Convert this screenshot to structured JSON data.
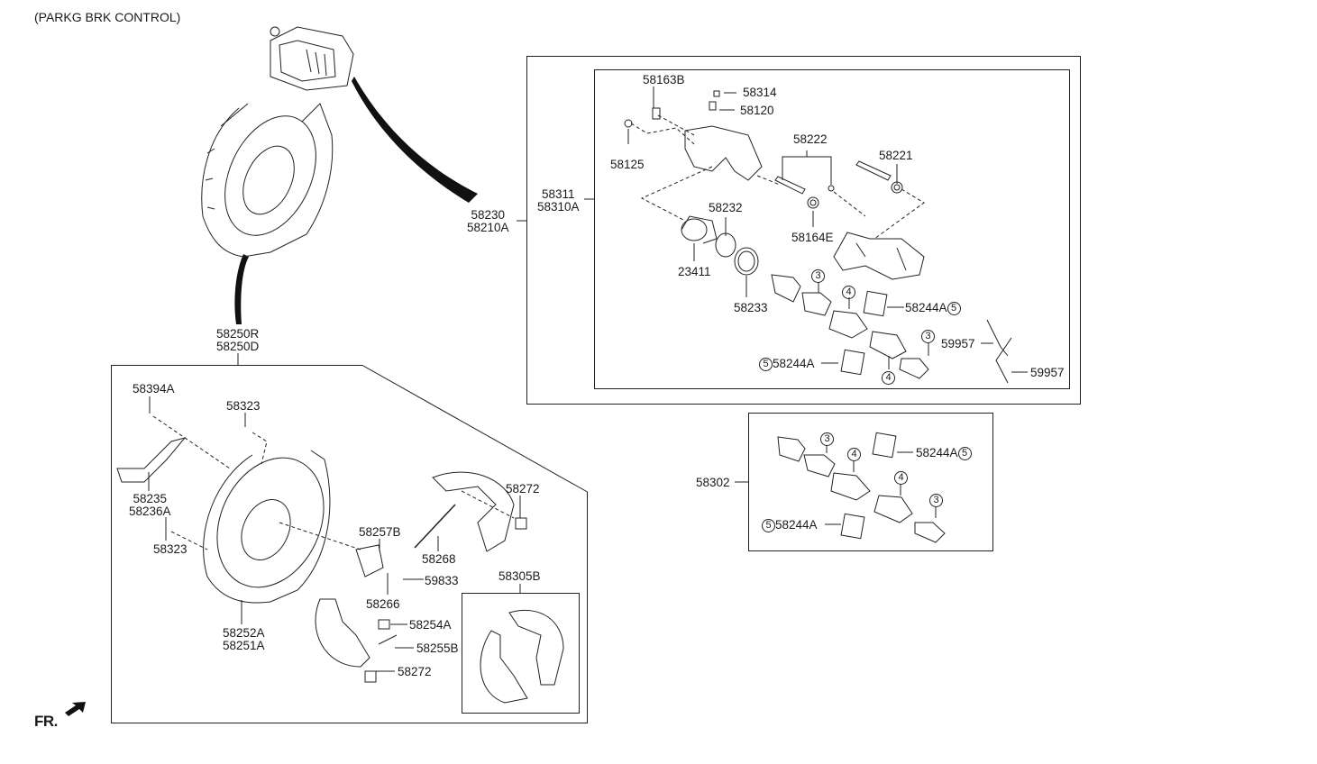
{
  "diagram": {
    "title": "(PARKG BRK CONTROL)",
    "front_indicator": "FR.",
    "assemblies": {
      "caliper_assy": {
        "labels": [
          "58230",
          "58210A"
        ]
      },
      "caliper_body": {
        "labels": [
          "58311",
          "58310A"
        ]
      },
      "brake_assy": {
        "labels": [
          "58250R",
          "58250D"
        ]
      },
      "backing_plate": {
        "labels": [
          "58252A",
          "58251A"
        ]
      },
      "pad_kit": {
        "label": "58302"
      },
      "shoe_kit": {
        "label": "58305B"
      },
      "bracket": {
        "labels": [
          "58235",
          "58236A"
        ]
      }
    },
    "caliper_parts": {
      "bolt_58163B": "58163B",
      "cap_58314": "58314",
      "bleeder_58120": "58120",
      "cap_58125": "58125",
      "guide_pin_58222": "58222",
      "bolt_58221": "58221",
      "boot_58164E": "58164E",
      "seal_58232": "58232",
      "piston_23411": "23411",
      "boot_58233": "58233",
      "clip_upper": "58244A",
      "clip_lower": "58244A",
      "spring_upper": "59957",
      "spring_lower": "59957"
    },
    "caliper_callouts": {
      "shim_upper": "3",
      "pad_upper": "4",
      "clip_upper": "5",
      "shim_lower": "3",
      "pad_lower": "4",
      "clip_lower": "5"
    },
    "pad_kit_parts": {
      "shim_upper": "3",
      "pad_upper": "4",
      "pad_lower": "4",
      "shim_lower": "3",
      "clip_upper": "58244A",
      "clip_upper_callout": "5",
      "clip_lower": "58244A",
      "clip_lower_callout": "5"
    },
    "drum_parts": {
      "bolt_58394A": "58394A",
      "pin_upper": "58323",
      "pin_lower": "58323",
      "adjuster_58257B": "58257B",
      "spring_58268": "58268",
      "clip_upper_58272": "58272",
      "lever_58266": "58266",
      "screw_59833": "59833",
      "adjuster_58254A": "58254A",
      "spring_58255B": "58255B",
      "clip_lower_58272": "58272"
    }
  }
}
